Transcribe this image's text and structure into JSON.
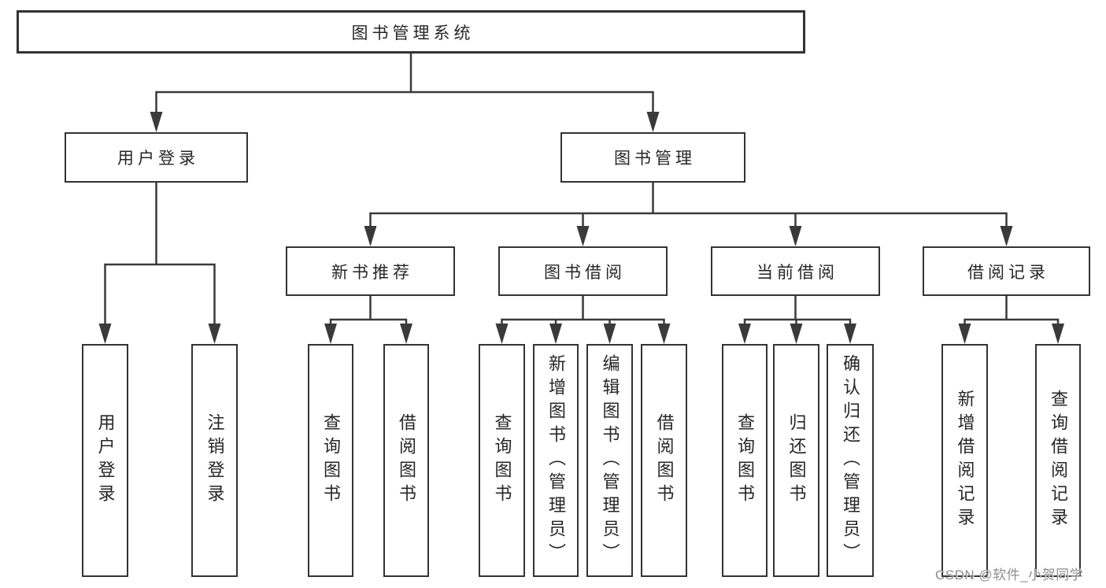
{
  "colors": {
    "line": "#3a3a3a",
    "box_border": "#333333",
    "text": "#262626",
    "watermark": "#8e8e8e",
    "background": "#ffffff"
  },
  "nodes": {
    "root": "图书管理系统",
    "user_login": "用户登录",
    "book_management": "图书管理",
    "new_book_recommend": "新书推荐",
    "book_borrowing": "图书借阅",
    "current_borrowing": "当前借阅",
    "borrowing_records": "借阅记录"
  },
  "leaves": {
    "user_login": "用户登录",
    "logout": "注销登录",
    "recommend_query_books": "查询图书",
    "recommend_borrow_books": "借阅图书",
    "borrowing_query_books": "查询图书",
    "borrowing_add_books": "新增图书（管理员）",
    "borrowing_edit_books": "编辑图书（管理员）",
    "borrowing_borrow_books": "借阅图书",
    "current_query_books": "查询图书",
    "current_return_books": "归还图书",
    "current_confirm_return": "确认归还（管理员）",
    "records_add_record": "新增借阅记录",
    "records_query_record": "查询借阅记录"
  },
  "hierarchy": {
    "图书管理系统": {
      "用户登录": [
        "用户登录",
        "注销登录"
      ],
      "图书管理": {
        "新书推荐": [
          "查询图书",
          "借阅图书"
        ],
        "图书借阅": [
          "查询图书",
          "新增图书（管理员）",
          "编辑图书（管理员）",
          "借阅图书"
        ],
        "当前借阅": [
          "查询图书",
          "归还图书",
          "确认归还（管理员）"
        ],
        "借阅记录": [
          "新增借阅记录",
          "查询借阅记录"
        ]
      }
    }
  },
  "watermark": "CSDN @软件_小贺同学"
}
